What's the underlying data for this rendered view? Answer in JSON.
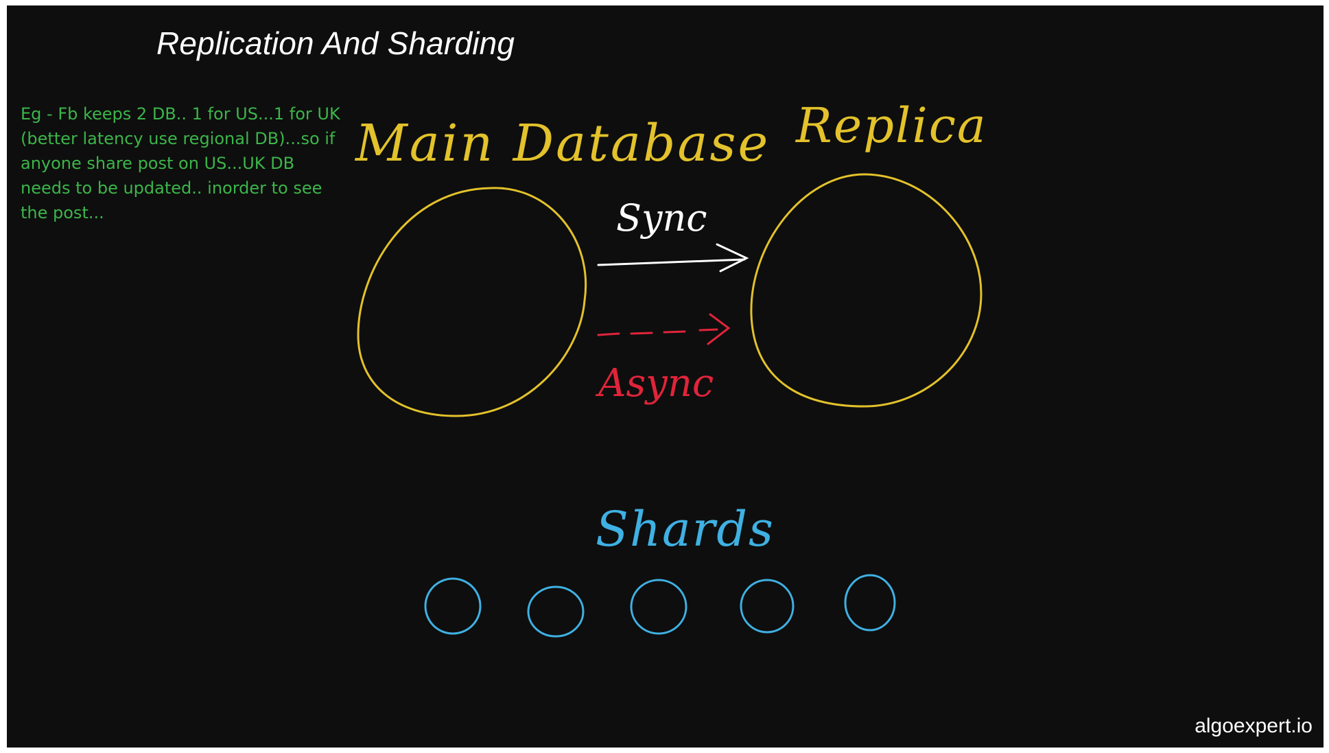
{
  "title": "Replication And Sharding",
  "note": {
    "lines": [
      "Eg - Fb keeps 2 DB.. 1 for US...1 for UK",
      "(better latency use regional DB)...so if",
      "anyone share post on US...UK DB",
      "needs to be updated.. inorder to see",
      "the post..."
    ]
  },
  "diagram": {
    "main_label": "Main Database",
    "replica_label": "Replica",
    "sync_label": "Sync",
    "async_label": "Async",
    "shards_label": "Shards",
    "shard_count": 5
  },
  "brand": "algoexpert.io",
  "colors": {
    "background": "#0e0e0e",
    "database": "#e3c22b",
    "sync": "#ffffff",
    "async": "#e0243a",
    "shards": "#3fb1e3",
    "note": "#3cb54a"
  }
}
